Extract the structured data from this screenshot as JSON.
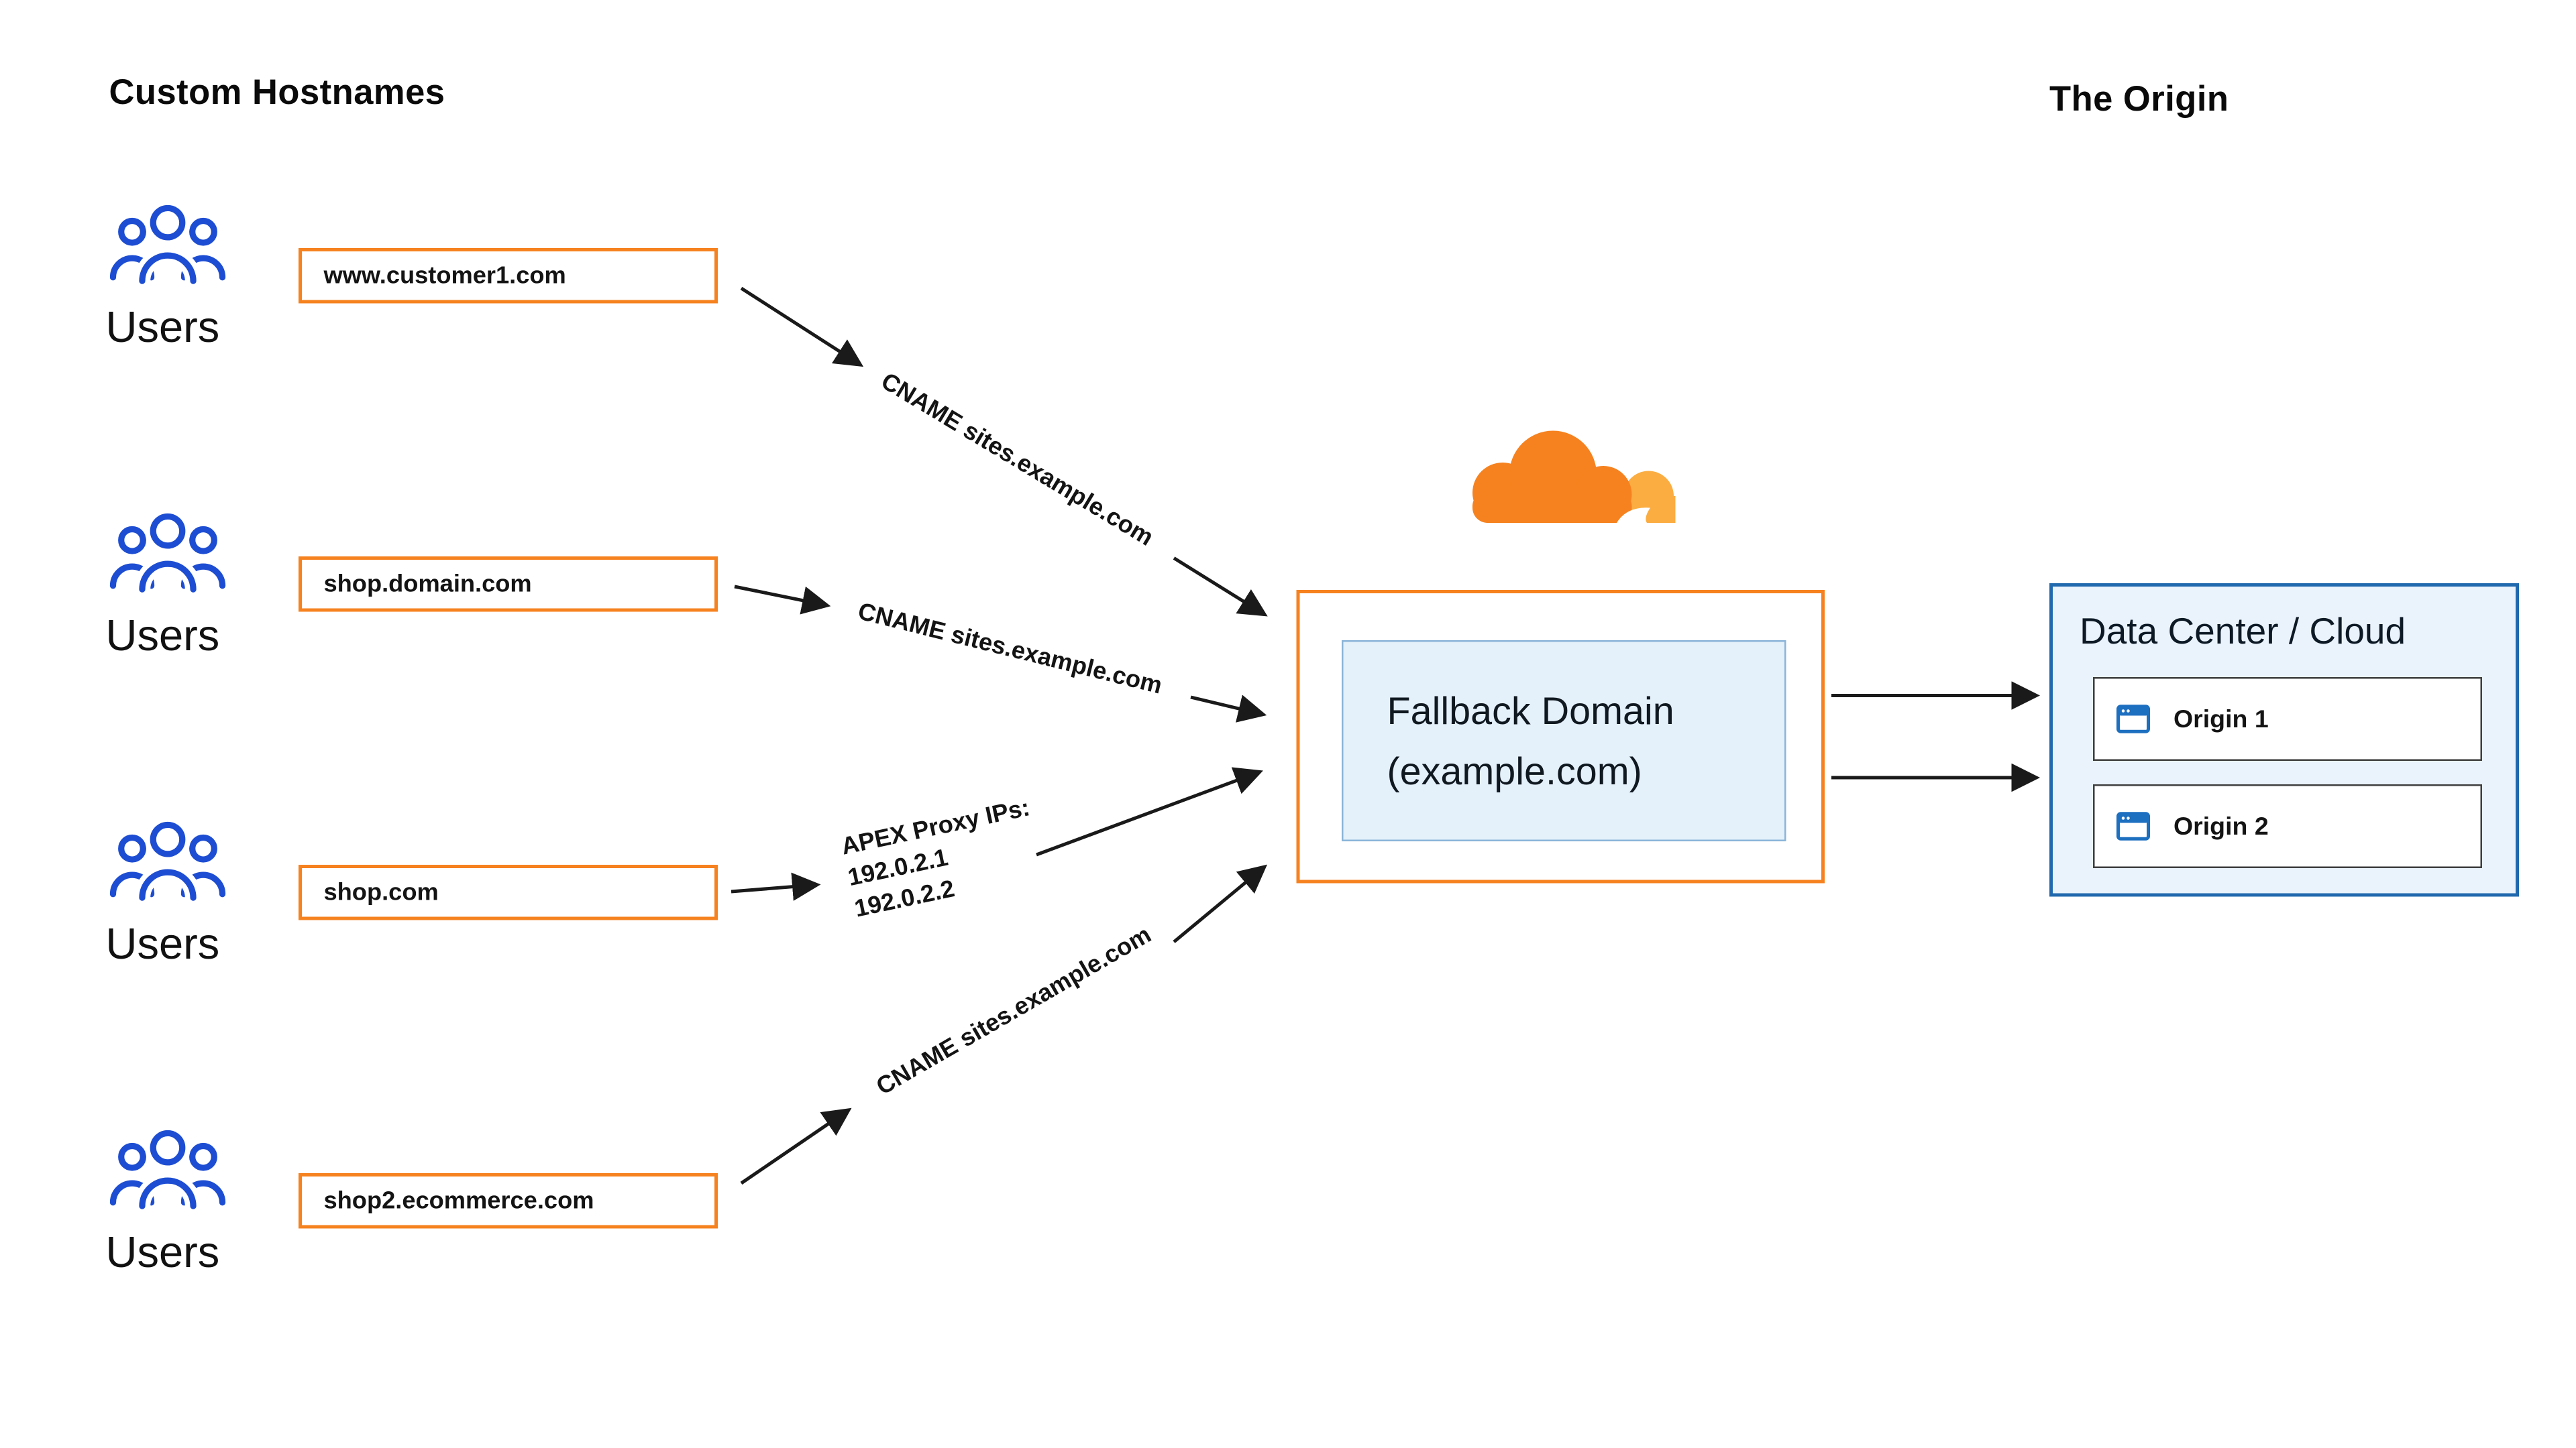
{
  "titles": {
    "custom_hostnames": "Custom Hostnames",
    "the_origin": "The Origin"
  },
  "user_groups": [
    {
      "label": "Users",
      "hostname": "www.customer1.com"
    },
    {
      "label": "Users",
      "hostname": "shop.domain.com"
    },
    {
      "label": "Users",
      "hostname": "shop.com"
    },
    {
      "label": "Users",
      "hostname": "shop2.ecommerce.com"
    }
  ],
  "connections": [
    {
      "label": "CNAME sites.example.com"
    },
    {
      "label": "CNAME sites.example.com"
    },
    {
      "label": "APEX Proxy IPs:\n192.0.2.1\n192.0.2.2"
    },
    {
      "label": "CNAME sites.example.com"
    }
  ],
  "fallback_domain": {
    "line1": "Fallback Domain",
    "line2": "(example.com)"
  },
  "origin": {
    "title": "Data Center / Cloud",
    "servers": [
      {
        "label": "Origin 1"
      },
      {
        "label": "Origin 2"
      }
    ]
  },
  "icons": {
    "users": "users-icon",
    "cloudflare": "cloudflare-logo",
    "origin_server": "browser-window-icon"
  },
  "colors": {
    "cloudflare_orange": "#F6821F",
    "cloudflare_orange_light": "#FBAD41",
    "users_blue": "#1D4DD2",
    "datacenter_border_blue": "#2169AE",
    "datacenter_fill_blue": "#EAF3FC",
    "fallback_inner_fill": "#E4F0FA",
    "arrow_black": "#1A1A1A"
  }
}
